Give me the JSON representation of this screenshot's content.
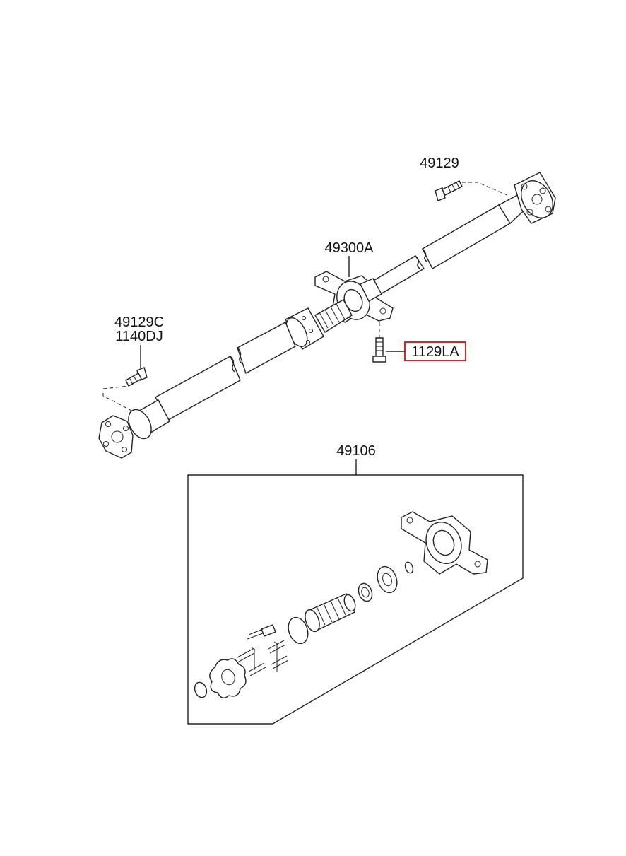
{
  "callouts": {
    "bolt_top_right": "49129",
    "center_bearing_assy": "49300A",
    "bolt_left_a": "49129C",
    "bolt_left_b": "1140DJ",
    "bearing_bolt": "1129LA",
    "kit_box": "49106"
  },
  "highlight_color": "#d62728"
}
